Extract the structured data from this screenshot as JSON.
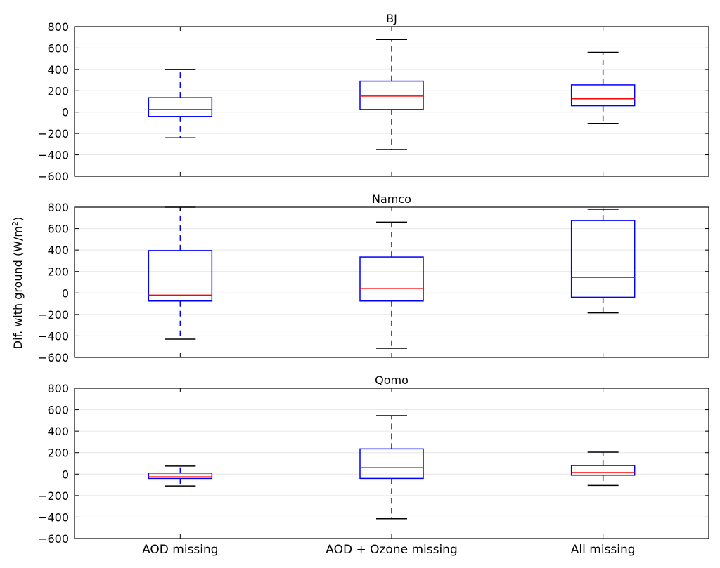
{
  "chart_data": {
    "type": "box",
    "ylabel": "Dif. with ground (W/m",
    "ylabel_sup": "2",
    "ylabel_close": ")",
    "categories": [
      "AOD missing",
      "AOD + Ozone missing",
      "All missing"
    ],
    "ylim": [
      -600,
      800
    ],
    "yticks": [
      -600,
      -400,
      -200,
      0,
      200,
      400,
      600,
      800
    ],
    "grid": "horizontal",
    "colors": {
      "box": "#0000ff",
      "median": "#ff0000",
      "whisker": "#0000ff",
      "cap": "#000000",
      "grid": "#e6e6e6"
    },
    "panels": [
      {
        "title": "BJ",
        "boxes": [
          {
            "whislo": -240,
            "q1": -40,
            "med": 25,
            "q3": 135,
            "whishi": 400
          },
          {
            "whislo": -350,
            "q1": 25,
            "med": 150,
            "q3": 290,
            "whishi": 680
          },
          {
            "whislo": -105,
            "q1": 60,
            "med": 125,
            "q3": 255,
            "whishi": 560
          }
        ]
      },
      {
        "title": "Namco",
        "boxes": [
          {
            "whislo": -430,
            "q1": -75,
            "med": -20,
            "q3": 395,
            "whishi": 800
          },
          {
            "whislo": -515,
            "q1": -75,
            "med": 40,
            "q3": 335,
            "whishi": 660
          },
          {
            "whislo": -185,
            "q1": -40,
            "med": 145,
            "q3": 675,
            "whishi": 780
          }
        ]
      },
      {
        "title": "Qomo",
        "boxes": [
          {
            "whislo": -110,
            "q1": -40,
            "med": -25,
            "q3": 10,
            "whishi": 75
          },
          {
            "whislo": -415,
            "q1": -40,
            "med": 60,
            "q3": 235,
            "whishi": 545
          },
          {
            "whislo": -105,
            "q1": -10,
            "med": 15,
            "q3": 80,
            "whishi": 205
          }
        ]
      }
    ]
  }
}
